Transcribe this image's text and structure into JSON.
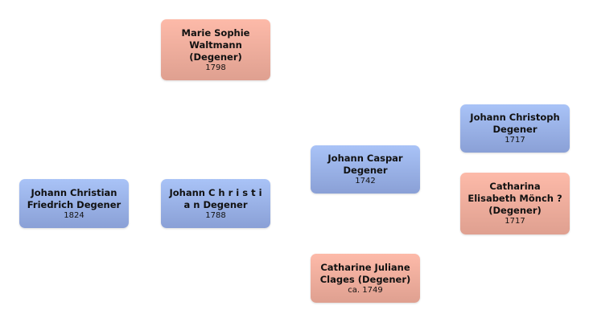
{
  "people": [
    {
      "name": "Marie Sophie Waltmann (Degener)",
      "year": "1798",
      "sex": "female"
    },
    {
      "name": "Johann Christoph Degener",
      "year": "1717",
      "sex": "male"
    },
    {
      "name": "Johann Caspar Degener",
      "year": "1742",
      "sex": "male"
    },
    {
      "name": "Johann Christian Friedrich Degener",
      "year": "1824",
      "sex": "male"
    },
    {
      "name": "Johann C h r i s t i a n Degener",
      "year": "1788",
      "sex": "male"
    },
    {
      "name": "Catharina Elisabeth Mönch ? (Degener)",
      "year": "1717",
      "sex": "female"
    },
    {
      "name": "Catharine Juliane Clages (Degener)",
      "year": "ca. 1749",
      "sex": "female"
    }
  ]
}
